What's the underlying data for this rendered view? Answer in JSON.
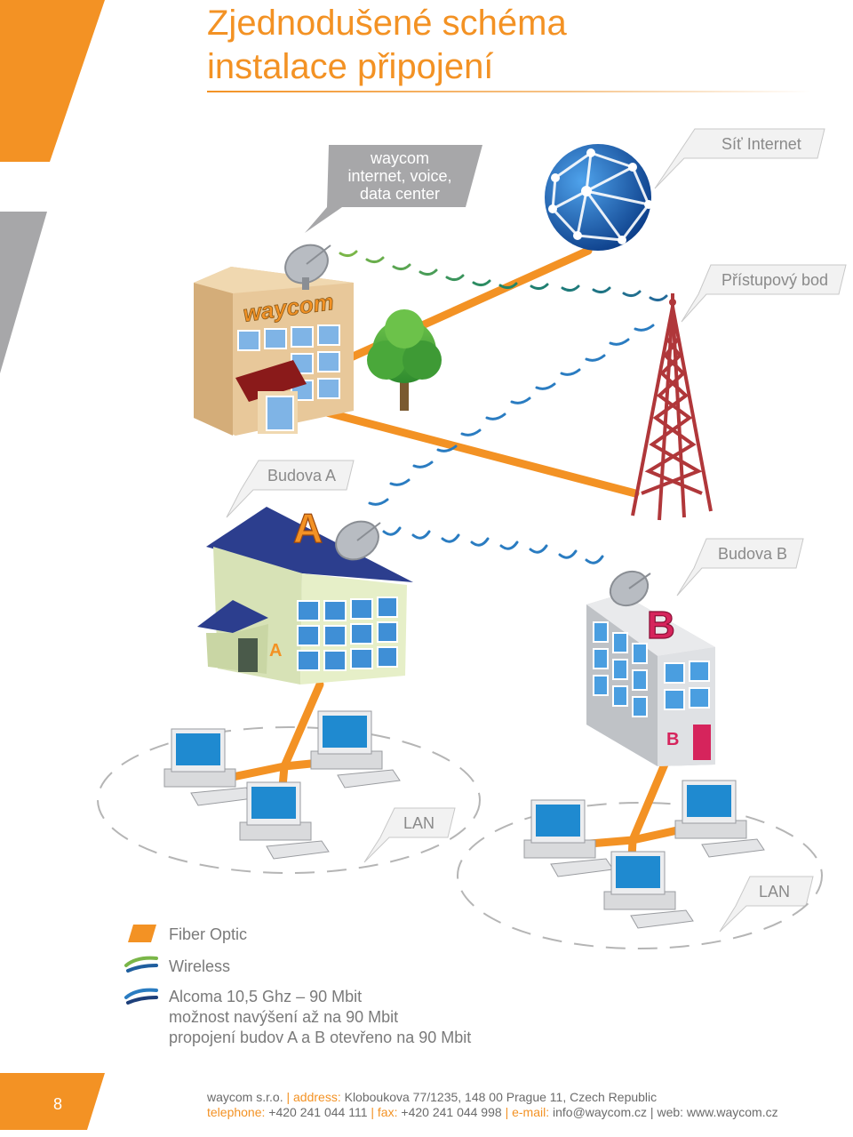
{
  "title": {
    "line1": "Zjednodušené schéma",
    "line2": "instalace připojení"
  },
  "callouts": {
    "waycom": {
      "line1": "waycom",
      "line2": "internet, voice,",
      "line3": "data center"
    },
    "internet": "Síť Internet",
    "access_point": "Přístupový bod",
    "building_a": "Budova A",
    "building_b": "Budova B",
    "lan_a": "LAN",
    "lan_b": "LAN"
  },
  "building_signs": {
    "waycom_logo": "waycom",
    "a_roof": "A",
    "a_wall": "A",
    "b_roof": "B",
    "b_door": "B"
  },
  "legend": {
    "fiber": "Fiber Optic",
    "wireless": "Wireless",
    "alcoma": {
      "line1": "Alcoma 10,5 Ghz – 90 Mbit",
      "line2": "možnost navýšení až na 90 Mbit",
      "line3": "propojení budov A a B otevřeno na 90 Mbit"
    }
  },
  "footer": {
    "page_number": "8",
    "company": "waycom s.r.o.",
    "sep": "|",
    "address_label": "address:",
    "address": "Kloboukova 77/1235, 148 00 Prague 11, Czech Republic",
    "telephone_label": "telephone:",
    "telephone": "+420 241 044 111",
    "fax_label": "fax:",
    "fax": "+420 241 044 998",
    "email_label": "e-mail:",
    "email": "info@waycom.cz",
    "web_label": "web:",
    "web": "www.waycom.cz"
  },
  "colors": {
    "accent": "#f39224",
    "fiber": "#f39224",
    "wireless_green": "#7ab648",
    "wireless_blue": "#2a7cc1",
    "globe": "#1c63b6",
    "tower": "#b0373a",
    "roof_a": "#2c3e8e",
    "sign_b": "#d6245c"
  }
}
